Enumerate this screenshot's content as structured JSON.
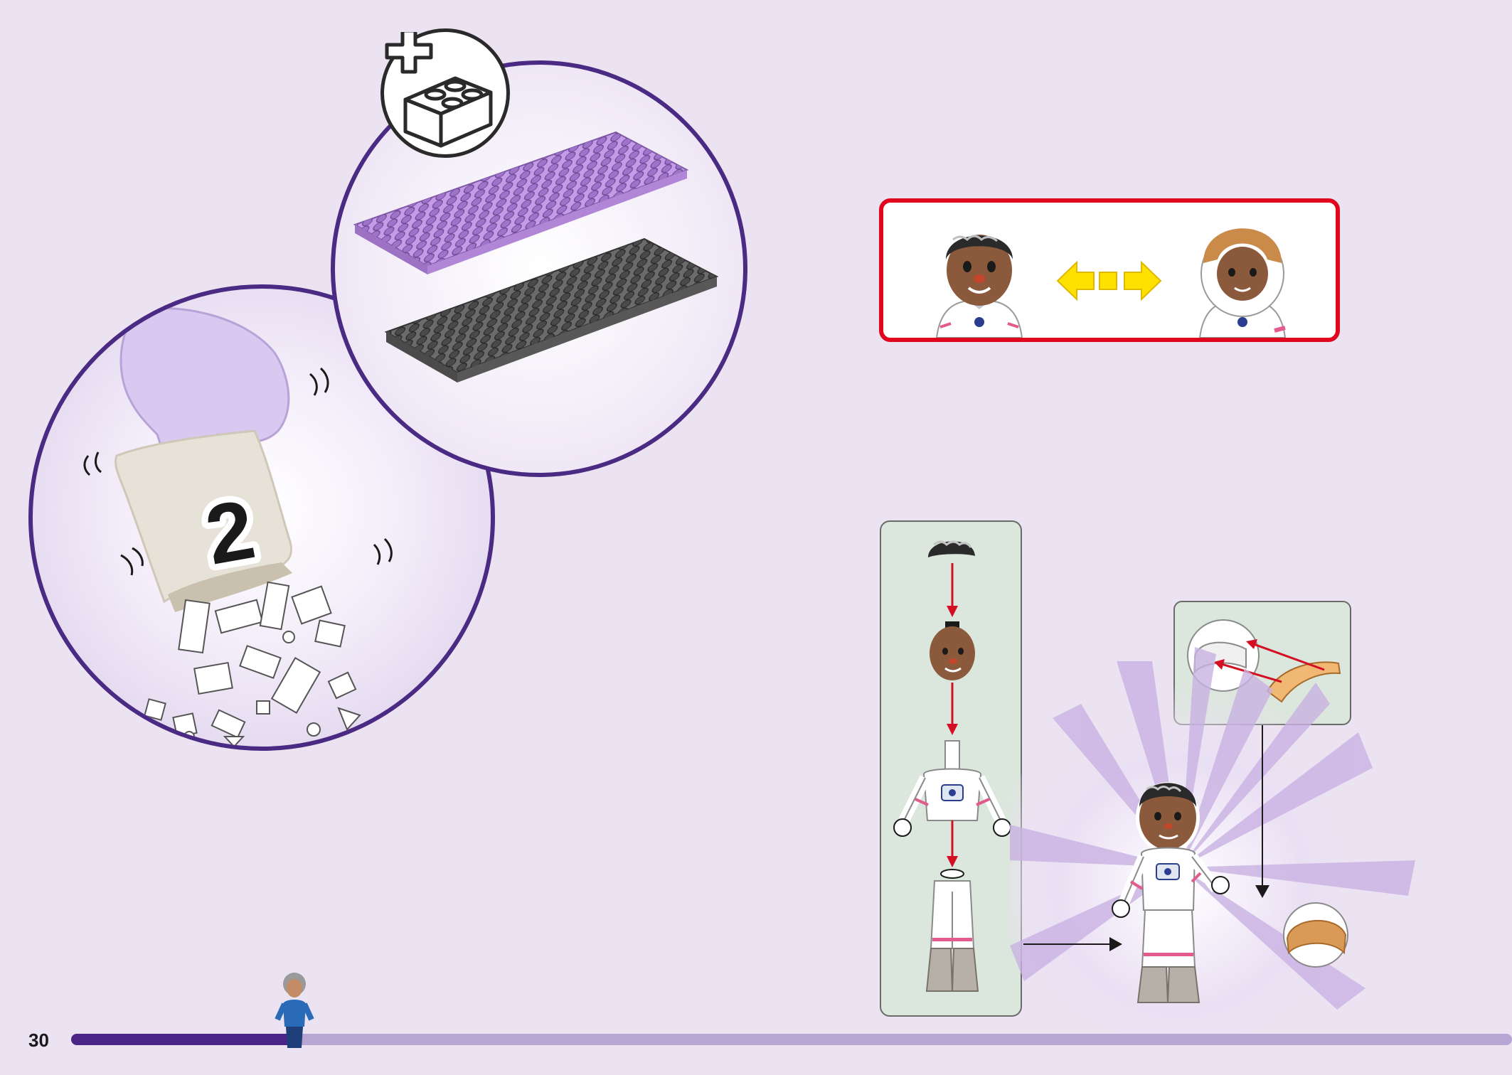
{
  "page": {
    "number": "30",
    "progress": 0.155
  },
  "bag": {
    "number": "2"
  },
  "colors": {
    "circle_border": "#4a2a82",
    "progress_fill": "#4a2486",
    "progress_track": "#b7a5d4",
    "swap_border": "#e0061e",
    "panel_bg": "#dbe6dc",
    "arrow_red": "#d40f23",
    "swap_arrow": "#ffe100",
    "plate_lavender": "#c49be6",
    "plate_dark": "#6b6b6b"
  },
  "icons": {
    "add_brick": "plus-brick-icon",
    "swap": "double-arrow-icon"
  }
}
